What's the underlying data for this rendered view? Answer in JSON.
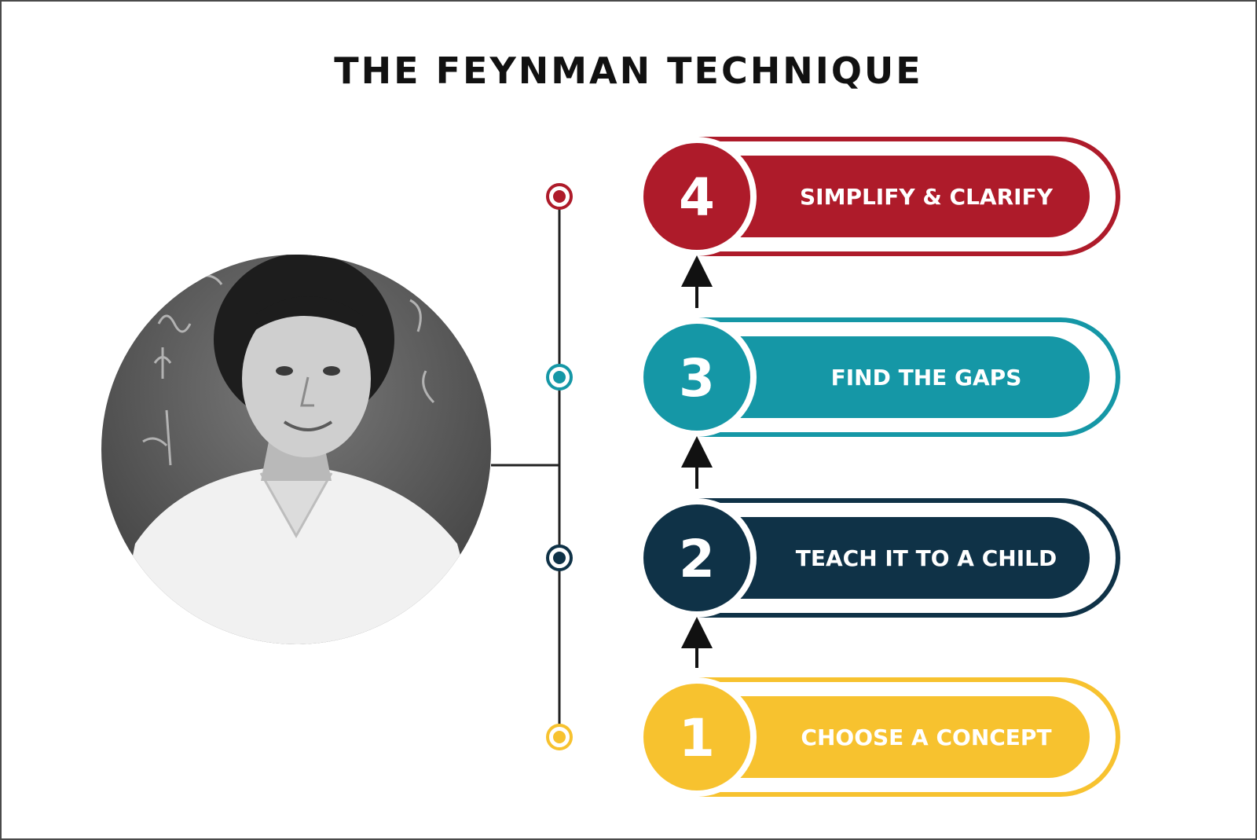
{
  "title": "THE FEYNMAN TECHNIQUE",
  "colors": {
    "red": "#ae1b2a",
    "teal": "#1597a6",
    "navy": "#0f3247",
    "yellow": "#f7c22f",
    "line": "#222222",
    "photo_bg": "#5a5a5a"
  },
  "portrait": {
    "description_icon": "portrait-photo"
  },
  "steps": [
    {
      "number": "1",
      "label": "CHOOSE A CONCEPT",
      "color": "#f7c22f"
    },
    {
      "number": "2",
      "label": "TEACH IT TO A CHILD",
      "color": "#0f3247"
    },
    {
      "number": "3",
      "label": "FIND THE GAPS",
      "color": "#1597a6"
    },
    {
      "number": "4",
      "label": "SIMPLIFY & CLARIFY",
      "color": "#ae1b2a"
    }
  ]
}
